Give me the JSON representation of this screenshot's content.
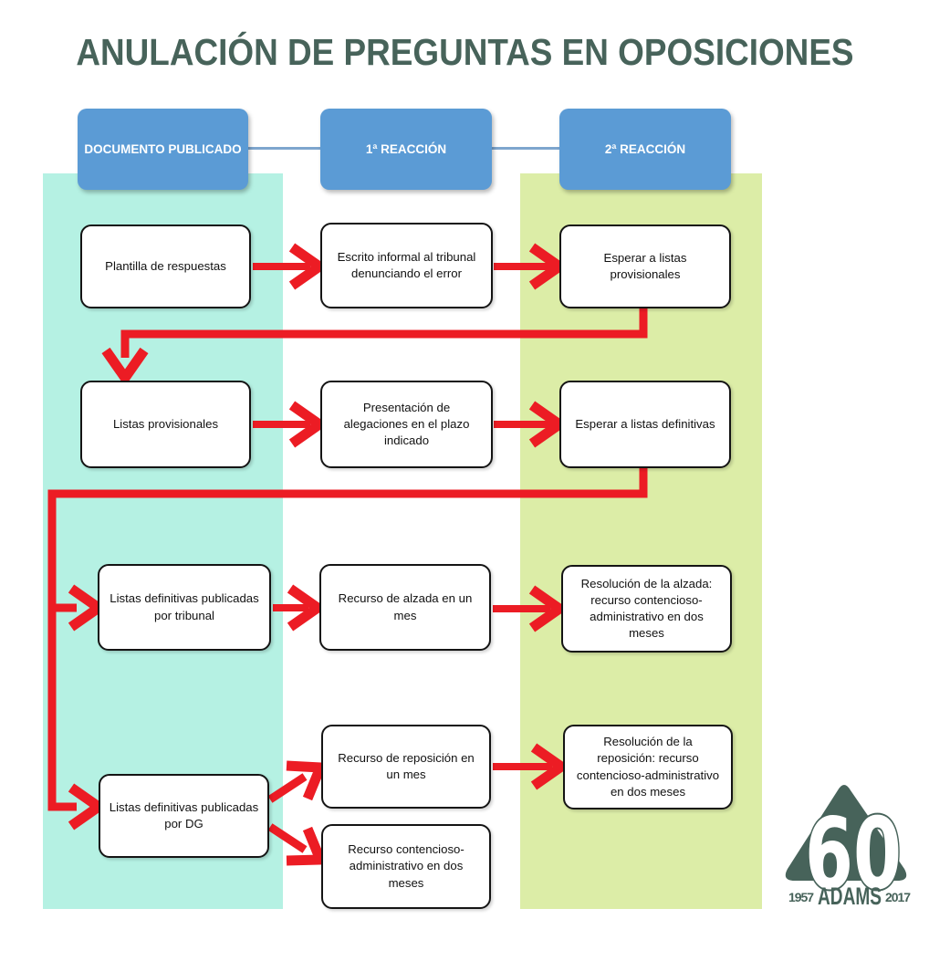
{
  "title": "ANULACIÓN DE PREGUNTAS EN OPOSICIONES",
  "headers": [
    {
      "label": "DOCUMENTO PUBLICADO"
    },
    {
      "label": "1ª REACCIÓN"
    },
    {
      "label": "2ª REACCIÓN"
    }
  ],
  "boxes": [
    {
      "id": "plantilla-respuestas",
      "text": "Plantilla de respuestas"
    },
    {
      "id": "escrito-informal",
      "text": [
        "Escrito informal al tribunal",
        "denunciando el error"
      ]
    },
    {
      "id": "esperar-provisionales",
      "text": [
        "Esperar a listas",
        "provisionales"
      ]
    },
    {
      "id": "listas-provisionales",
      "text": "Listas provisionales"
    },
    {
      "id": "presentacion-alegaciones",
      "text": [
        "Presentación de",
        "alegaciones en el plazo",
        "indicado"
      ]
    },
    {
      "id": "esperar-definitivas",
      "text": "Esperar a listas definitivas"
    },
    {
      "id": "definitivas-tribunal",
      "text": [
        "Listas definitivas publicadas",
        "por tribunal"
      ]
    },
    {
      "id": "recurso-alzada",
      "text": [
        "Recurso de alzada en un",
        "mes"
      ]
    },
    {
      "id": "resolucion-alzada",
      "text": [
        "Resolución de la alzada:",
        "recurso contencioso-",
        "administrativo en dos",
        "meses"
      ]
    },
    {
      "id": "definitivas-dg",
      "text": [
        "Listas definitivas publicadas",
        "por DG"
      ]
    },
    {
      "id": "recurso-reposicion",
      "text": [
        "Recurso de reposición en",
        "un mes"
      ]
    },
    {
      "id": "recurso-contencioso",
      "text": [
        "Recurso contencioso-",
        "administrativo en dos",
        "meses"
      ]
    },
    {
      "id": "resolucion-reposicion",
      "text": [
        "Resolución de la",
        "reposición: recurso",
        "contencioso-administrativo",
        "en dos meses"
      ]
    }
  ],
  "logo": {
    "anniversary": "60",
    "year_start": "1957",
    "brand": "ADAMS",
    "year_end": "2017"
  },
  "colors": {
    "accent_red": "#EC1C24",
    "header_blue": "#5B9BD5",
    "column_teal": "#B5F1E3",
    "column_green": "#DCEDA7",
    "title_green": "#47635A"
  }
}
